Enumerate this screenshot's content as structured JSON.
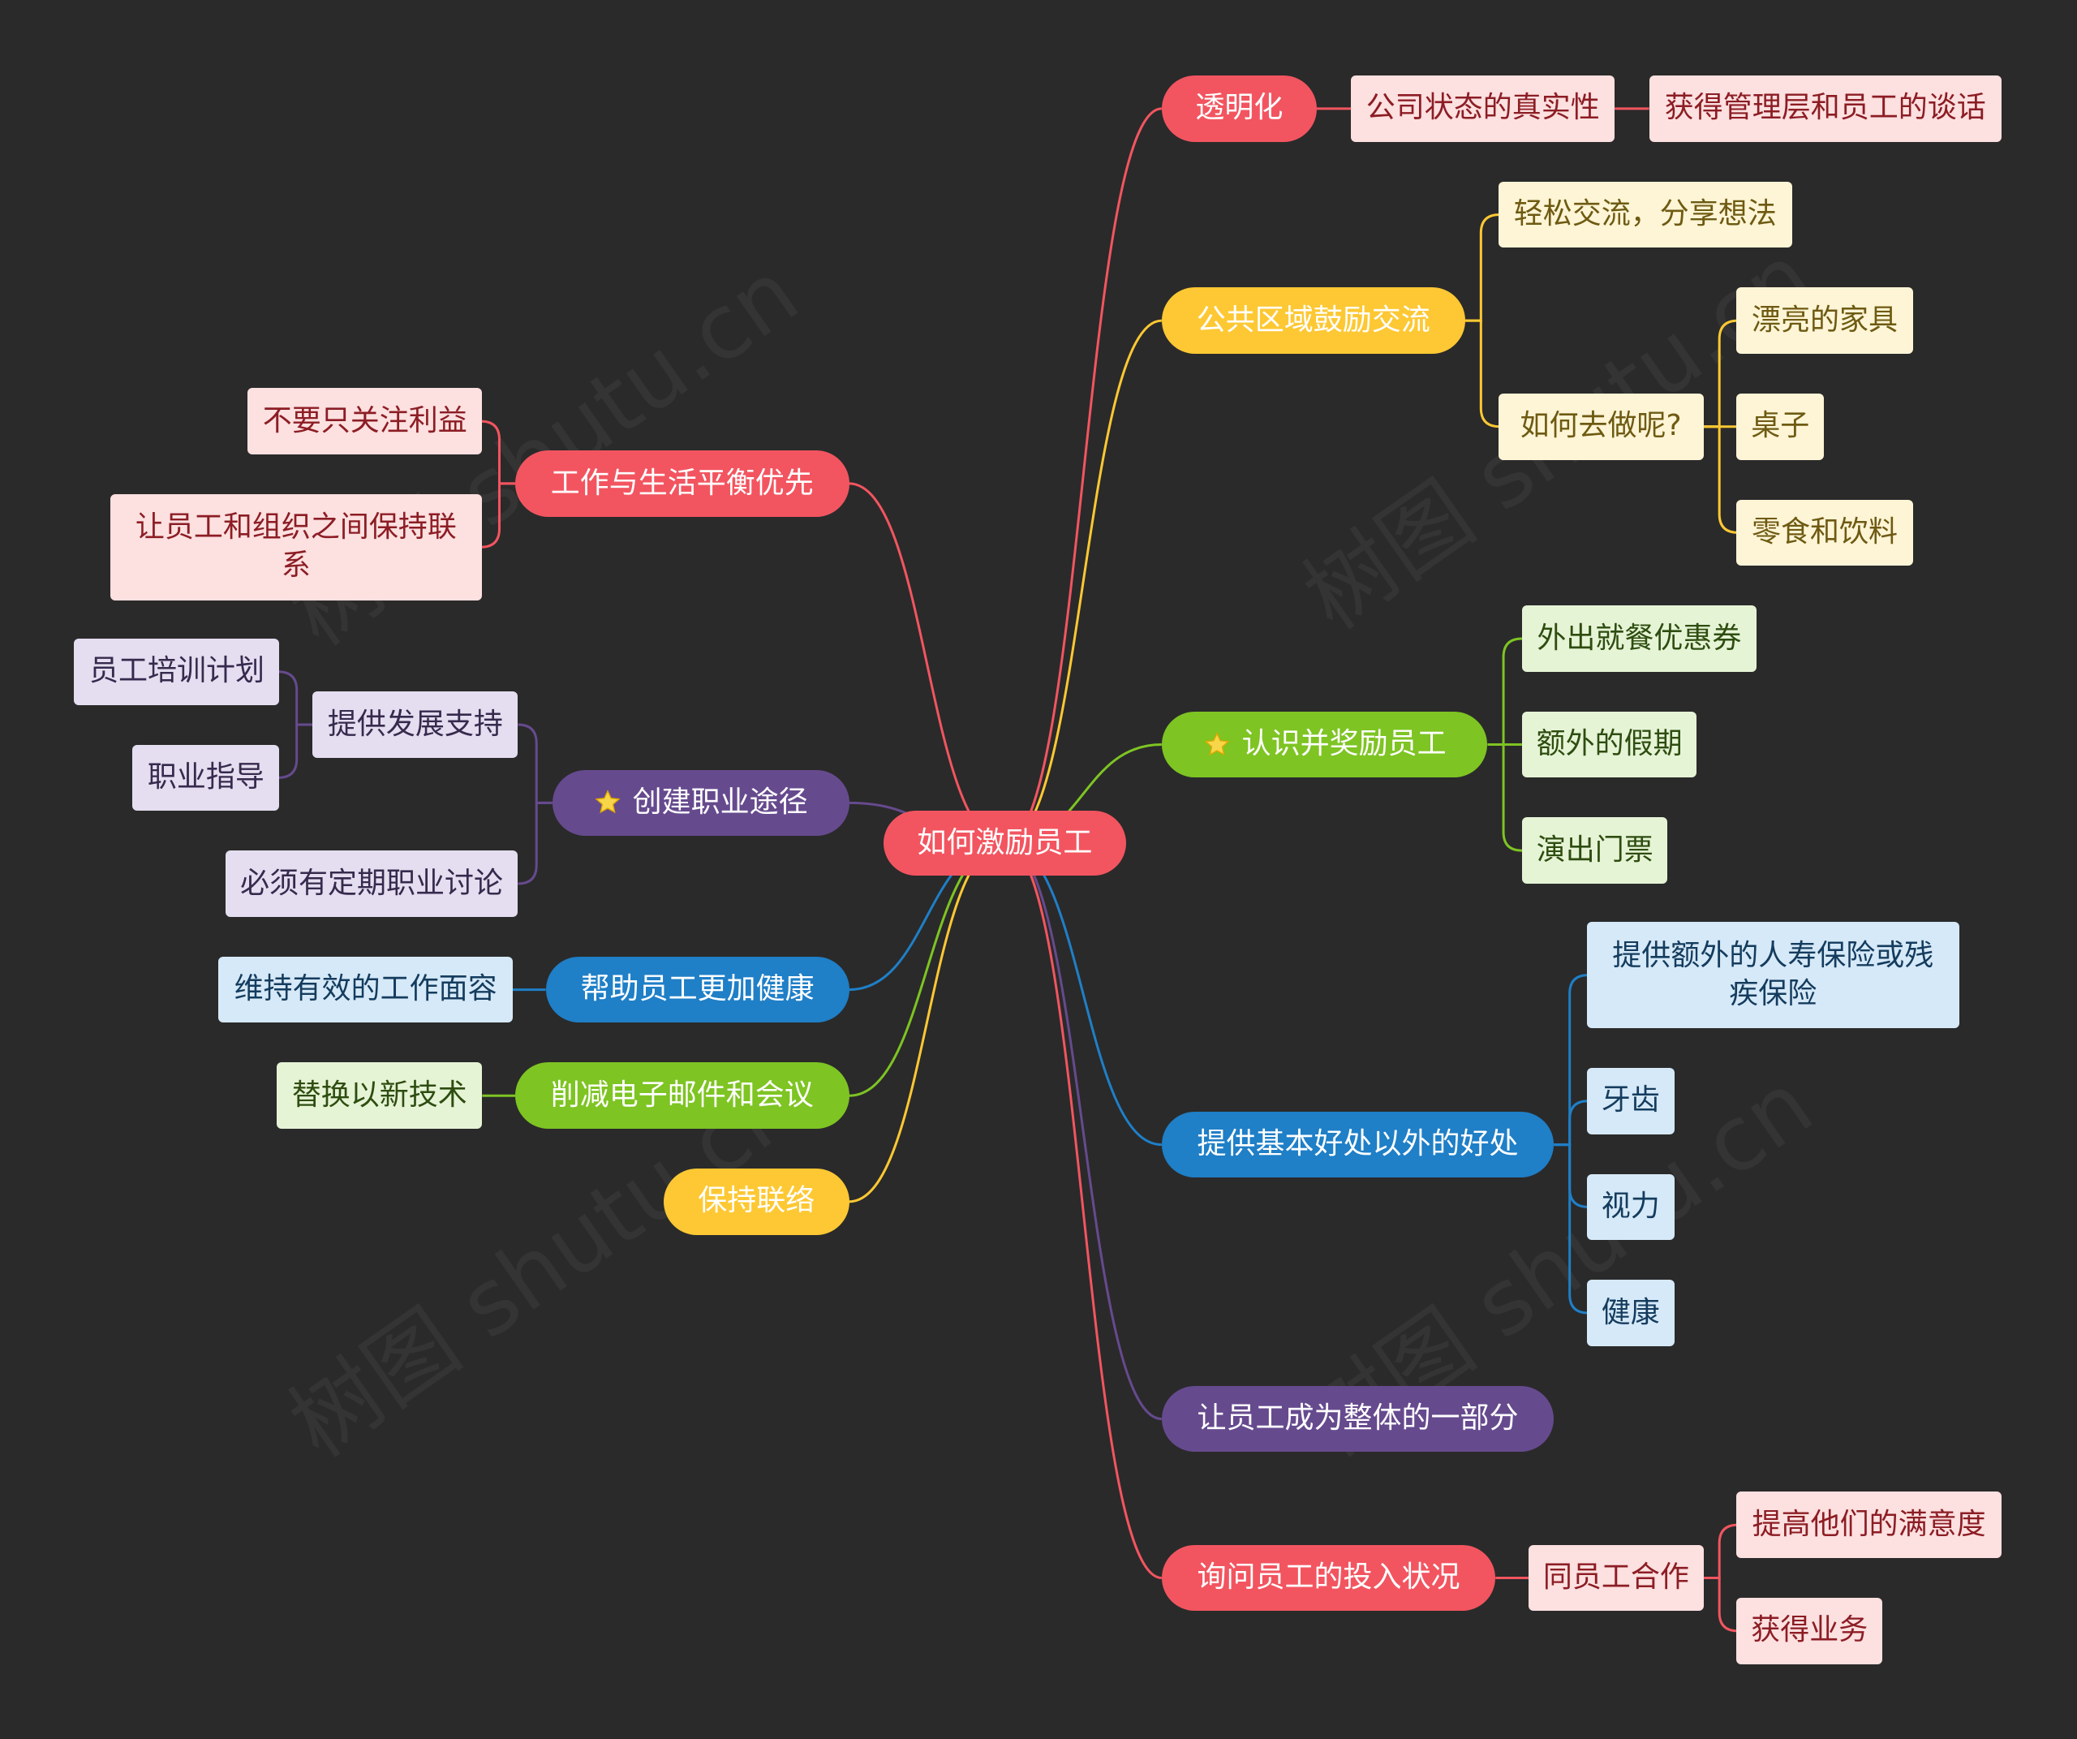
{
  "watermark": "树图 shutu.cn",
  "colors": {
    "background": "#2a2a2a",
    "red": "#f25560",
    "yellow": "#fdc833",
    "green": "#7ec423",
    "blue": "#1f7fc7",
    "purple": "#664a8e"
  },
  "root": {
    "label": "如何激励员工"
  },
  "right": [
    {
      "label": "透明化",
      "color": "red",
      "children": [
        {
          "label": "公司状态的真实性",
          "children": [
            {
              "label": "获得管理层和员工的谈话"
            }
          ]
        }
      ]
    },
    {
      "label": "公共区域鼓励交流",
      "color": "yellow",
      "children": [
        {
          "label": "轻松交流，分享想法"
        },
        {
          "label": "如何去做呢?",
          "children": [
            {
              "label": "漂亮的家具"
            },
            {
              "label": "桌子"
            },
            {
              "label": "零食和饮料"
            }
          ]
        }
      ]
    },
    {
      "label": "认识并奖励员工",
      "color": "green",
      "icon": "star-icon",
      "children": [
        {
          "label": "外出就餐优惠券"
        },
        {
          "label": "额外的假期"
        },
        {
          "label": "演出门票"
        }
      ]
    },
    {
      "label": "提供基本好处以外的好处",
      "color": "blue",
      "children": [
        {
          "label": "提供额外的人寿保险或残疾保险"
        },
        {
          "label": "牙齿"
        },
        {
          "label": "视力"
        },
        {
          "label": "健康"
        }
      ]
    },
    {
      "label": "让员工成为整体的一部分",
      "color": "purple",
      "children": []
    },
    {
      "label": "询问员工的投入状况",
      "color": "red",
      "children": [
        {
          "label": "同员工合作",
          "children": [
            {
              "label": "提高他们的满意度"
            },
            {
              "label": "获得业务"
            }
          ]
        }
      ]
    }
  ],
  "left": [
    {
      "label": "工作与生活平衡优先",
      "color": "red",
      "children": [
        {
          "label": "不要只关注利益"
        },
        {
          "label": "让员工和组织之间保持联系"
        }
      ]
    },
    {
      "label": "创建职业途径",
      "color": "purple",
      "icon": "star-icon",
      "children": [
        {
          "label": "提供发展支持",
          "children": [
            {
              "label": "员工培训计划"
            },
            {
              "label": "职业指导"
            }
          ]
        },
        {
          "label": "必须有定期职业讨论"
        }
      ]
    },
    {
      "label": "帮助员工更加健康",
      "color": "blue",
      "children": [
        {
          "label": "维持有效的工作面容"
        }
      ]
    },
    {
      "label": "削减电子邮件和会议",
      "color": "green",
      "children": [
        {
          "label": "替换以新技术"
        }
      ]
    },
    {
      "label": "保持联络",
      "color": "yellow",
      "children": []
    }
  ]
}
